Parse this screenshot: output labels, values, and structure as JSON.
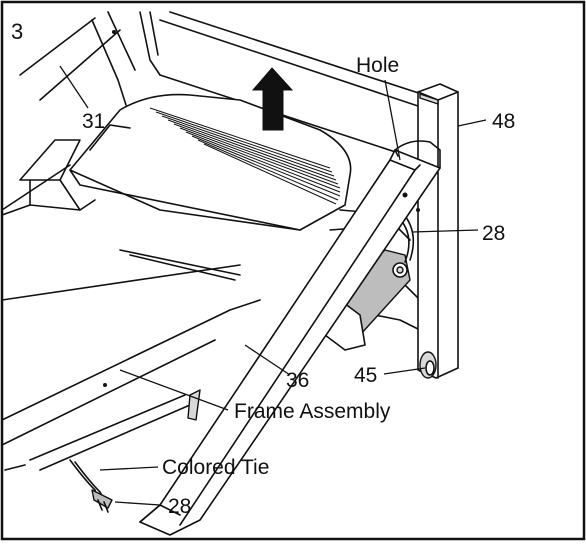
{
  "step_number": "3",
  "callouts": {
    "part_31": "31",
    "hole": "Hole",
    "part_48": "48",
    "part_28_upper": "28",
    "part_36": "36",
    "part_45": "45",
    "frame_assembly": "Frame Assembly",
    "colored_tie": "Colored Tie",
    "part_28_lower": "28"
  }
}
